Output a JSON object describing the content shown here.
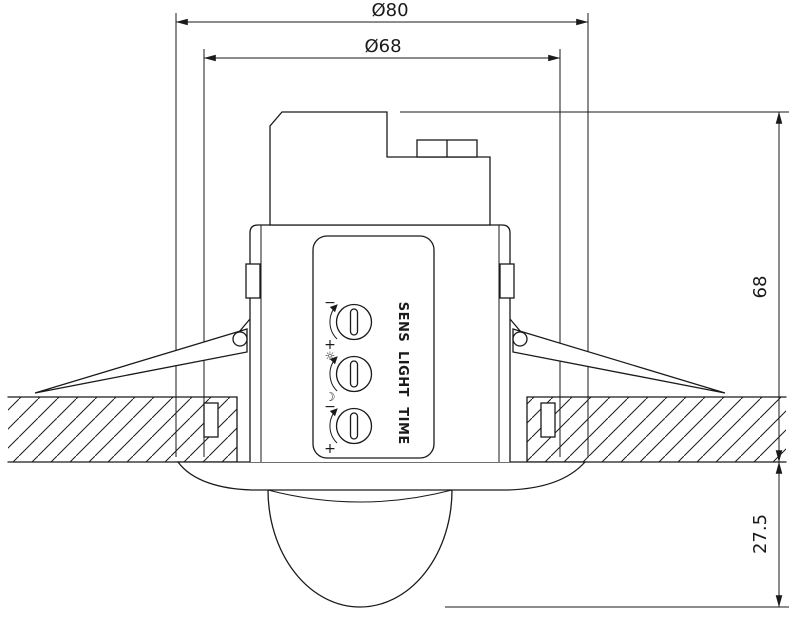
{
  "colors": {
    "line": "#1a1a1a",
    "background": "#ffffff"
  },
  "dimensions": {
    "outer_flange_diameter": {
      "label": "Ø80"
    },
    "body_diameter": {
      "label": "Ø68"
    },
    "recessed_height": {
      "label": "68"
    },
    "protruding_height": {
      "label": "27.5"
    }
  },
  "controls": [
    {
      "label": "SENS",
      "top_symbol": "−",
      "bottom_symbol": "+"
    },
    {
      "label": "LIGHT",
      "top_symbol": "☼",
      "bottom_symbol": "☽"
    },
    {
      "label": "TIME",
      "top_symbol": "−",
      "bottom_symbol": "+"
    }
  ]
}
